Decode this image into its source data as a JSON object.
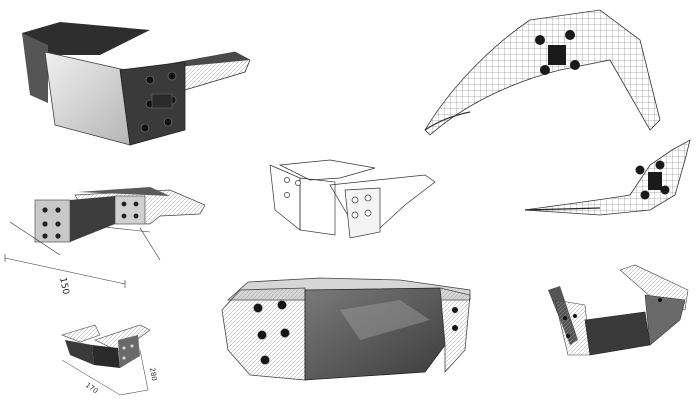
{
  "dimensions": {
    "main_width": "150",
    "small_left": "170",
    "small_right": "280"
  },
  "colors": {
    "shell_dark": "#3a3a3a",
    "shell_mid": "#6b6b6b",
    "shell_light": "#c9c9c9",
    "lens_gray": "#8a8a8a",
    "lens_light": "#dcdcdc",
    "wire": "#555555",
    "background": "#ffffff"
  }
}
